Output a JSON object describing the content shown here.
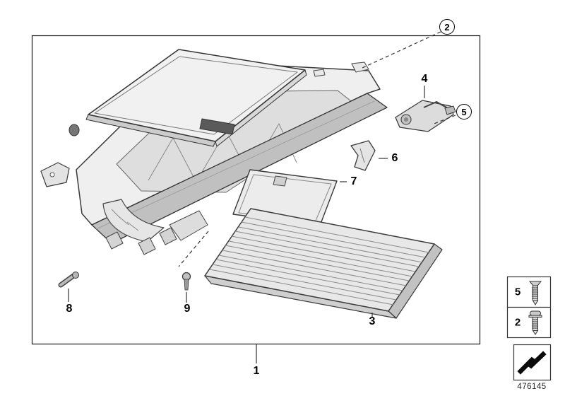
{
  "page": {
    "part_number": "476145"
  },
  "callouts": {
    "c1": "1",
    "c2": "2",
    "c3": "3",
    "c4": "4",
    "c5": "5",
    "c6": "6",
    "c7": "7",
    "c8": "8",
    "c9": "9"
  },
  "legend": {
    "rows": [
      {
        "qty": "5",
        "icon": "screw-icon"
      },
      {
        "qty": "2",
        "icon": "screw-washer-icon"
      }
    ],
    "note_icon": "clip-zigzag-icon"
  },
  "colors": {
    "line": "#333333",
    "fill_light": "#f1f1f1",
    "fill_mid": "#dedede",
    "fill_dark": "#c0c0c0",
    "slot_dark": "#5a5a5a"
  }
}
